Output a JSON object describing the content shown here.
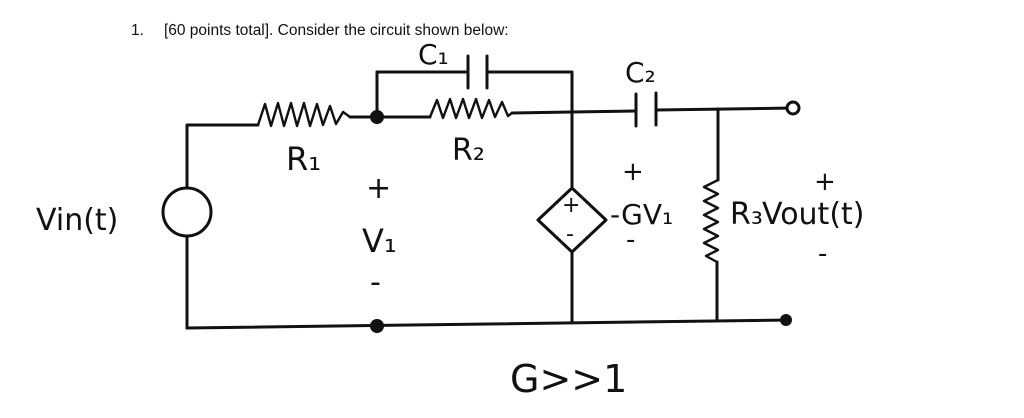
{
  "problem": {
    "number": "1.",
    "text": "[60 points total]. Consider the circuit shown below:"
  },
  "labels": {
    "source": "Vin(t)",
    "r1": "R₁",
    "r2": "R₂",
    "r3": "R₃",
    "c1": "C₁",
    "c2": "C₂",
    "v1_plus": "+",
    "v1": "V₁",
    "v1_minus": "-",
    "dep_plus": "+",
    "dep_minus": "-",
    "dep_value_plus": "+",
    "dep_value": "-GV₁",
    "dep_value_minus": "-",
    "vout_plus": "+",
    "vout": "Vout(t)",
    "vout_minus": "-",
    "condition": "G>>1"
  }
}
